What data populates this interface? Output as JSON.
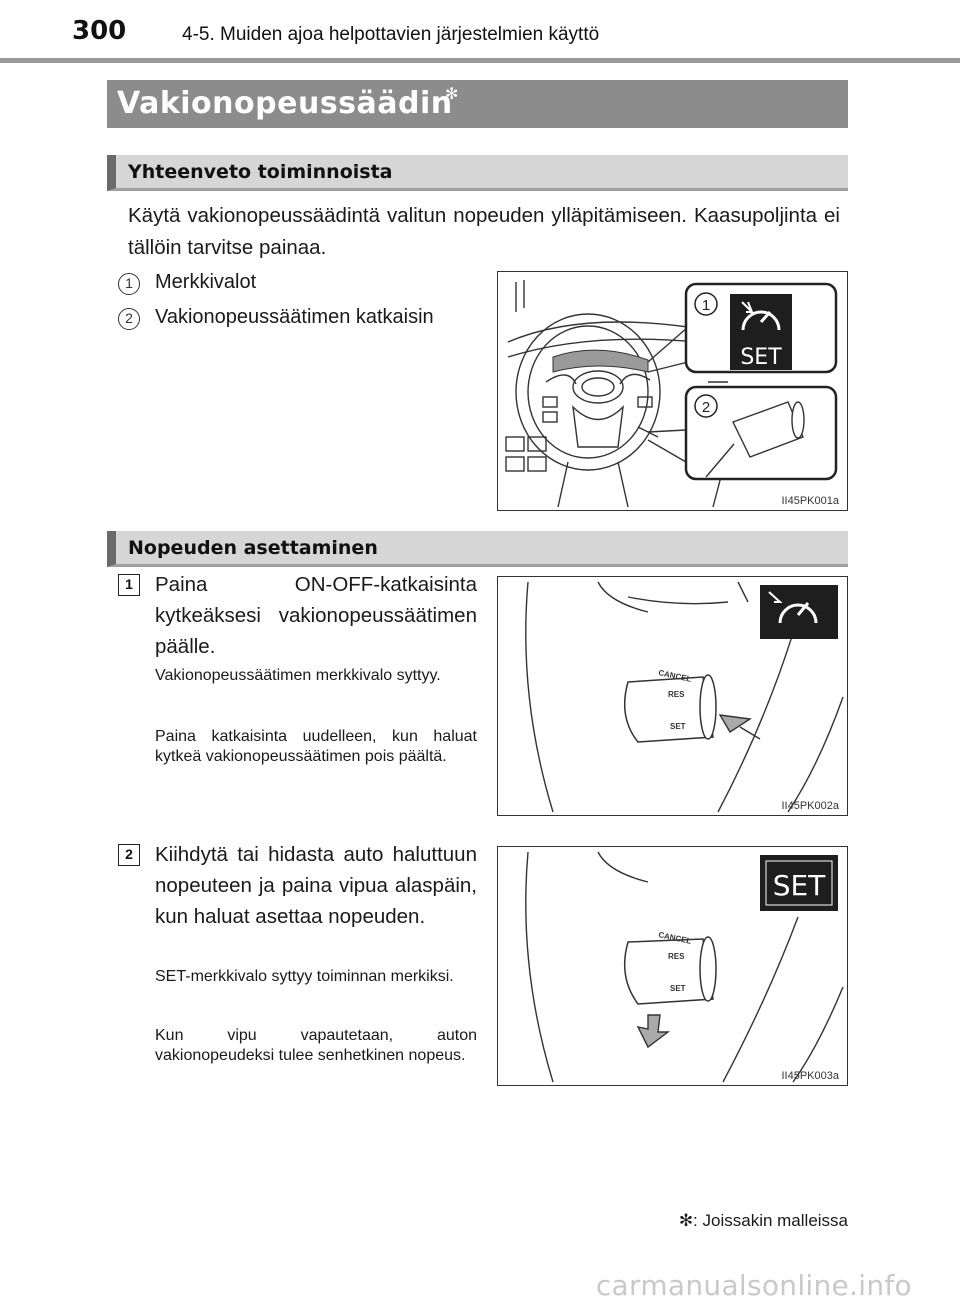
{
  "header": {
    "page_number": "300",
    "running_head": "4-5. Muiden ajoa helpottavien järjestelmien käyttö"
  },
  "title": {
    "text": "Vakionopeussäädin",
    "mark": "✻"
  },
  "section1": {
    "heading": "Yhteenveto toiminnoista",
    "intro": "Käytä vakionopeussäädintä valitun nopeuden ylläpitämiseen. Kaasupoljinta ei tällöin tarvitse painaa.",
    "callouts": [
      {
        "num": "1",
        "label": "Merkkivalot"
      },
      {
        "num": "2",
        "label": "Vakionopeussäätimen katkaisin"
      }
    ],
    "figure": {
      "code": "II45PK001a",
      "marker_1": "1",
      "marker_2": "2",
      "indicator": "SET"
    }
  },
  "section2": {
    "heading": "Nopeuden asettaminen",
    "steps": [
      {
        "num": "1",
        "main": "Paina ON-OFF-katkaisinta kytkeäksesi vakionopeussäätimen päälle.",
        "notes": [
          "Vakionopeussäätimen merkkivalo syttyy.",
          "Paina katkaisinta uudelleen, kun haluat kytkeä vakionopeussäätimen pois päältä."
        ],
        "figure_code": "II45PK002a"
      },
      {
        "num": "2",
        "main": "Kiihdytä tai hidasta auto haluttuun nopeuteen ja paina vipua alaspäin, kun haluat asettaa nopeuden.",
        "notes": [
          "SET-merkkivalo syttyy toiminnan merkiksi.",
          "Kun vipu vapautetaan, auton vakionopeudeksi tulee senhetkinen nopeus."
        ],
        "figure_code": "II45PK003a",
        "indicator": "SET"
      }
    ]
  },
  "lever_labels": {
    "cancel": "CANCEL",
    "res": "RES",
    "set": "SET"
  },
  "footnote": "✻: Joissakin malleissa",
  "watermark": "carmanualsonline.info"
}
